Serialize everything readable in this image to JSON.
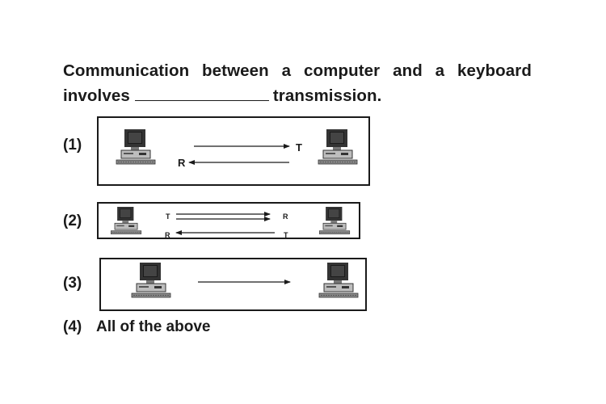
{
  "question": {
    "line1": "Communication between a computer and a keyboard",
    "line2_before": "involves",
    "line2_after": "transmission."
  },
  "options": [
    {
      "label": "(1)",
      "diagram": "half-duplex",
      "t_label": "T",
      "r_label": "R"
    },
    {
      "label": "(2)",
      "diagram": "full-duplex",
      "t_label": "T",
      "r_label": "R",
      "r_label_2": "R",
      "t_label_2": "T"
    },
    {
      "label": "(3)",
      "diagram": "simplex"
    },
    {
      "label": "(4)",
      "text": "All of the above"
    }
  ],
  "icons": [
    "computer-icon"
  ]
}
